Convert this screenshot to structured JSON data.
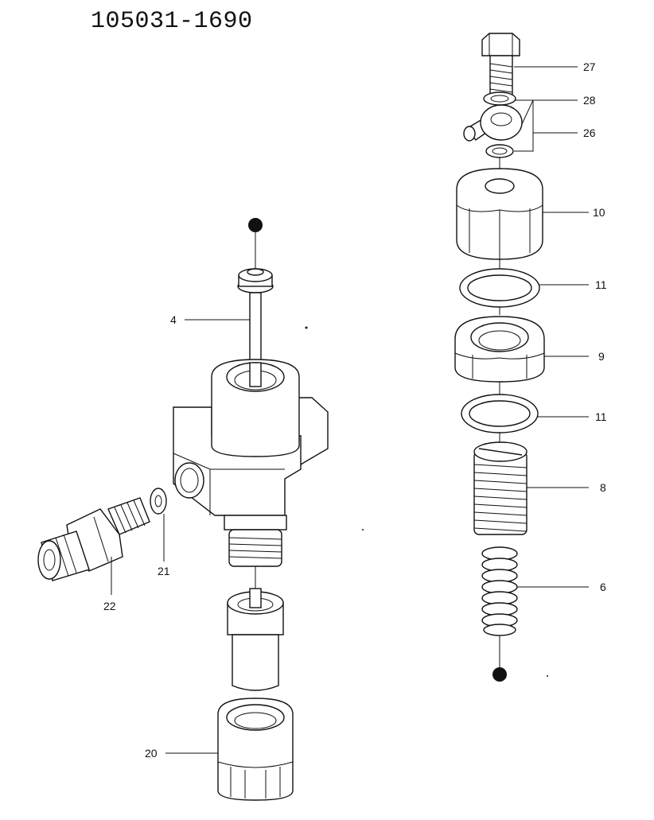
{
  "title": "105031-1690",
  "callouts": [
    {
      "id": "27",
      "text": "27"
    },
    {
      "id": "28",
      "text": "28"
    },
    {
      "id": "26",
      "text": "26"
    },
    {
      "id": "10",
      "text": "10"
    },
    {
      "id": "11a",
      "text": "11"
    },
    {
      "id": "9",
      "text": "9"
    },
    {
      "id": "11b",
      "text": "11"
    },
    {
      "id": "8",
      "text": "8"
    },
    {
      "id": "6",
      "text": "6"
    },
    {
      "id": "4",
      "text": "4"
    },
    {
      "id": "21",
      "text": "21"
    },
    {
      "id": "22",
      "text": "22"
    },
    {
      "id": "20",
      "text": "20"
    }
  ]
}
